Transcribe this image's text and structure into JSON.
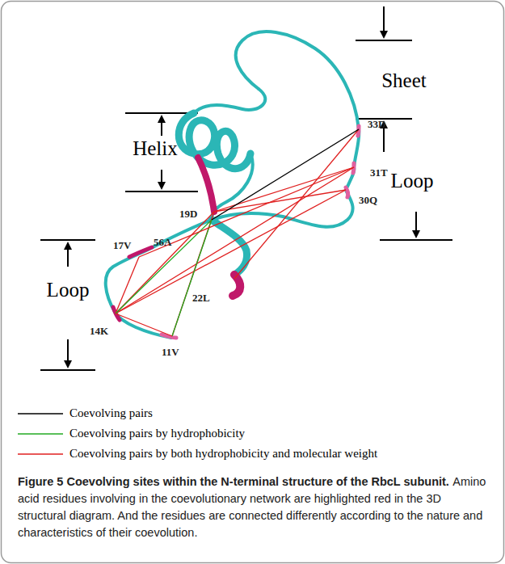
{
  "diagram": {
    "title": "Figure 5 Coevolving sites within the N-terminal structure of the RbcL subunit.",
    "caption": "Amino acid residues involving in the coevolutionary network are highlighted red in the 3D structural diagram. And the residues are connected differently according to the nature and characteristics of their coevolution.",
    "labels": [
      "Sheet",
      "Helix",
      "Loop",
      "Loop",
      "56A",
      "33D",
      "31T",
      "30Q",
      "19D",
      "17V",
      "22L",
      "14K",
      "11V"
    ],
    "legend": [
      {
        "text": "Coevolving pairs"
      },
      {
        "text": "Coevolving pairs by hydrophobicity"
      },
      {
        "text": "Coevolving pairs by both hydrophobicity and molecular weight"
      }
    ]
  }
}
